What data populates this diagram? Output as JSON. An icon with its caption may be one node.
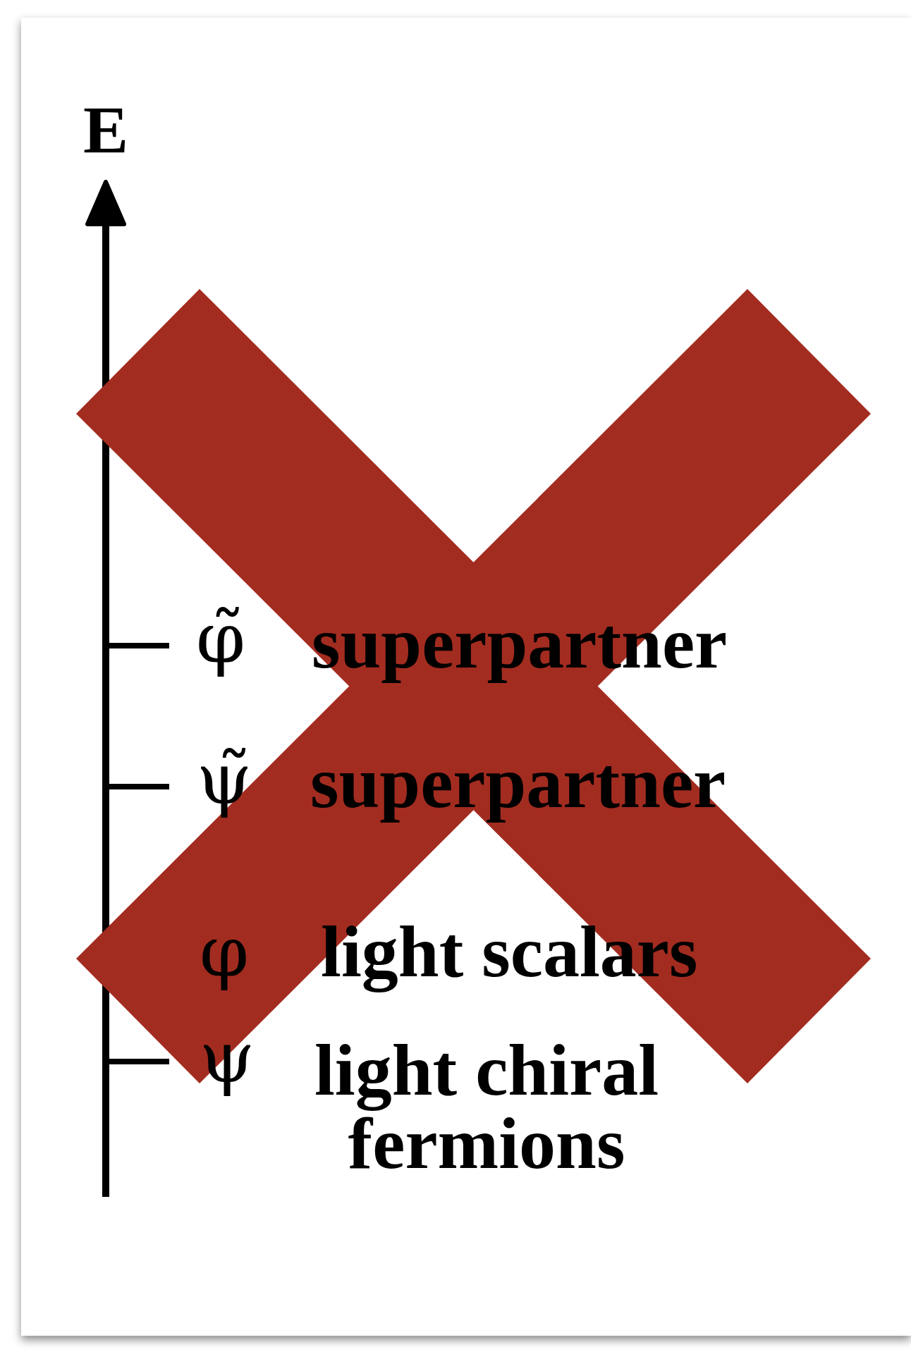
{
  "diagram": {
    "labels": [
      "E",
      "φ̃",
      "superpartner",
      "ψ̃",
      "superpartner",
      "φ",
      "light scalars",
      "ψ",
      "light chiral fermions"
    ]
  }
}
